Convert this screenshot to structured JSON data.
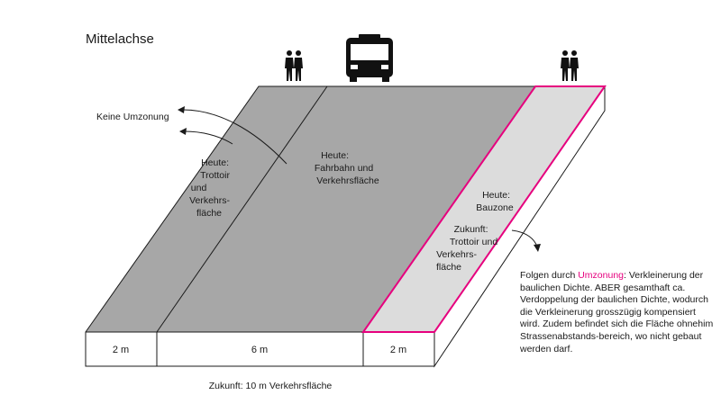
{
  "title": "Mittelachse",
  "arrow_label": "Keine Umzonung",
  "labels": {
    "trottoir": [
      "Heute:",
      "Trottoir",
      "und",
      "Verkehrs-",
      "fläche"
    ],
    "fahrbahn": [
      "Heute:",
      "Fahrbahn und",
      "Verkehrsfläche"
    ],
    "bauzone": [
      "Heute:",
      "Bauzone"
    ],
    "zukunft": [
      "Zukunft:",
      "Trottoir und",
      "Verkehrs-",
      "fläche"
    ]
  },
  "dimensions": [
    "2 m",
    "6 m",
    "2 m"
  ],
  "bottom_caption": "Zukunft: 10 m Verkehrsfläche",
  "note": {
    "prefix": "Folgen durch ",
    "highlight": "Umzonung",
    "rest": ": Verkleinerung der baulichen Dichte. ABER gesamthaft ca. Verdoppelung der baulichen Dichte, wodurch die Verkleinerung grosszügig kompensiert wird. Zudem befindet sich die Fläche ohnehim Strassenabstands-bereich, wo nicht gebaut werden darf."
  },
  "icons": [
    "pedestrians-icon",
    "bus-icon",
    "pedestrians-icon"
  ],
  "colors": {
    "road": "#a7a7a7",
    "bauzone": "#dcdcdc",
    "highlight": "#e6007e",
    "line": "#1a1a1a"
  }
}
